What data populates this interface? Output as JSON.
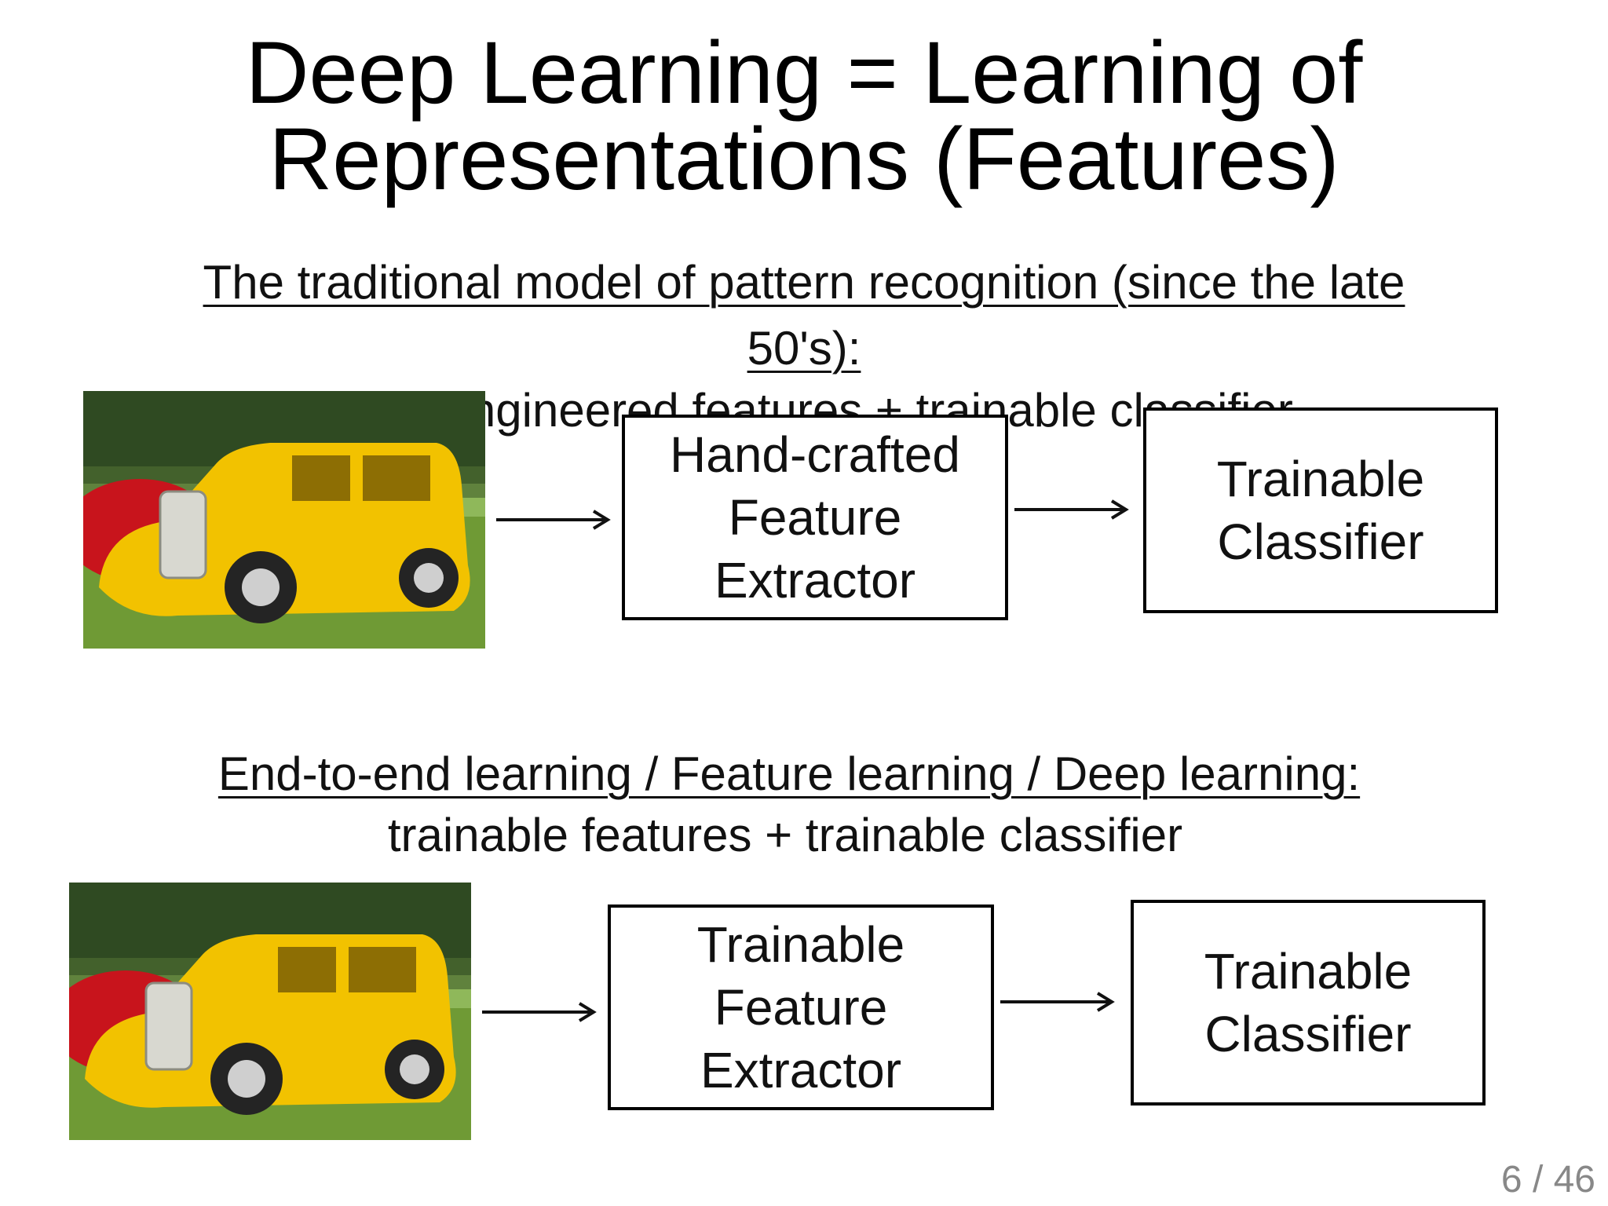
{
  "slide": {
    "title_line1": "Deep Learning = Learning of",
    "title_line2": "Representations (Features)",
    "section1": {
      "heading_line1": "The traditional model of pattern recognition (since the late",
      "heading_line2": "50's):",
      "subheading": "Fixed/engineered features + trainable classifier",
      "box1": [
        "Hand-crafted",
        "Feature",
        "Extractor"
      ],
      "box2": [
        "Trainable",
        "Classifier"
      ]
    },
    "section2": {
      "heading": "End-to-end learning / Feature learning / Deep learning:",
      "subheading": "trainable features + trainable classifier",
      "box1": [
        "Trainable",
        "Feature",
        "Extractor"
      ],
      "box2": [
        "Trainable",
        "Classifier"
      ]
    },
    "page_number": "6 / 46"
  },
  "colors": {
    "text": "#111111",
    "page_number": "#888888",
    "car_body": "#f2c200",
    "car_red": "#c8141c",
    "grass": "#6f9a35",
    "trees": "#2f4a22"
  },
  "icons": {
    "photo": "yellow-car-photo",
    "arrow": "right-arrow-icon"
  }
}
